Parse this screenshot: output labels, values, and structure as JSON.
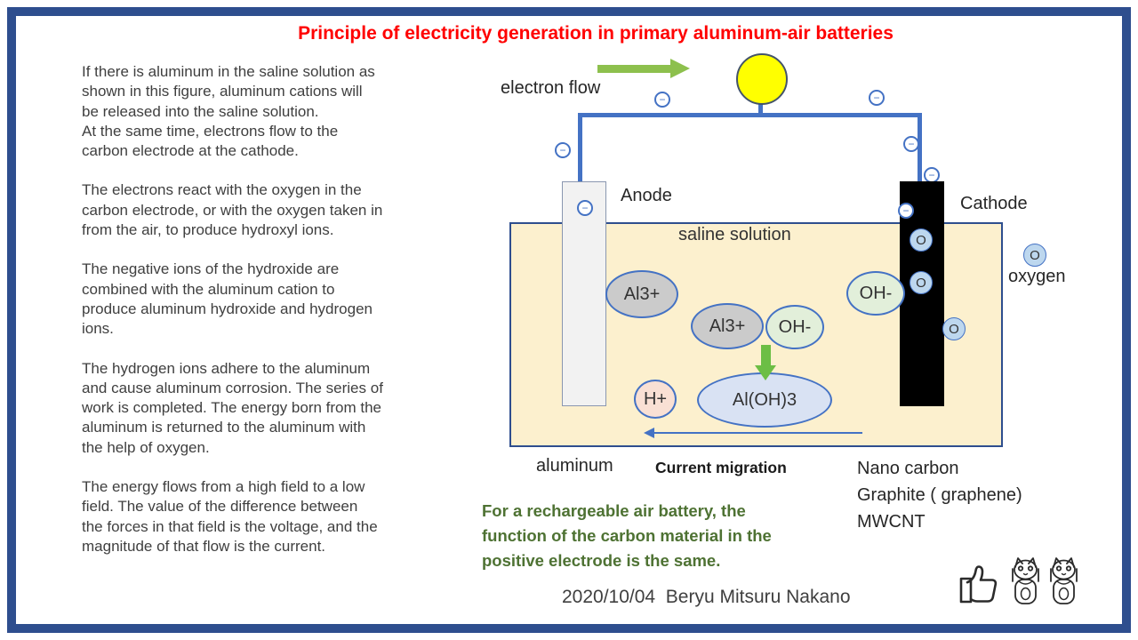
{
  "title": "Principle of electricity generation in primary aluminum-air batteries",
  "left_text": {
    "paragraphs": [
      "If there is aluminum in the saline solution as\nshown in this figure, aluminum cations will\nbe released into the saline solution.\nAt the same time, electrons flow to the\ncarbon electrode at the cathode.",
      "The electrons react with the oxygen in the\ncarbon electrode, or with the oxygen taken in\nfrom the air, to produce hydroxyl ions.",
      "The negative ions of the hydroxide are\ncombined with the aluminum cation to\nproduce aluminum hydroxide and hydrogen\nions.",
      "The hydrogen ions adhere to the aluminum\nand cause aluminum corrosion. The series of\nwork is completed. The energy born from the\naluminum is returned to the aluminum with\nthe help of oxygen.",
      "The energy flows from a high field to a low\nfield. The value of the difference between\nthe forces in that field is the voltage, and the\nmagnitude of that flow is the current."
    ]
  },
  "diagram": {
    "electron_flow_label": "electron flow",
    "anode_label": "Anode",
    "cathode_label": "Cathode",
    "saline_label": "saline solution",
    "minus_symbol": "−",
    "o_symbol": "O",
    "oxygen_label": "oxygen",
    "ions": {
      "al3": "Al3+",
      "oh": "OH-",
      "h": "H+",
      "aloh3": "Al(OH)3"
    },
    "aluminum_label": "aluminum",
    "current_migration_label": "Current migration",
    "carbon_label": "Nano carbon\nGraphite ( graphene)\nMWCNT"
  },
  "footer": {
    "note": "For a rechargeable air battery, the\nfunction of the carbon material in the\npositive electrode is the same.",
    "date_credit": "2020/10/04  Beryu Mitsuru Nakano"
  },
  "colors": {
    "frame_blue": "#2E4E8E",
    "wire_blue": "#4472C4",
    "title_red": "#FF0000",
    "saline_fill": "#FCF0CE",
    "bulb_yellow": "#FFFF00",
    "electron_arrow_green": "#8DC04D",
    "reaction_arrow_green": "#6CBE45",
    "note_green": "#4E7233",
    "ion_gray": "#CBCBCB",
    "ion_green": "#E2EFDA",
    "ion_pink": "#F9E0D4",
    "ion_blue": "#D9E2F3",
    "oxygen_fill": "#BDD7EE"
  }
}
